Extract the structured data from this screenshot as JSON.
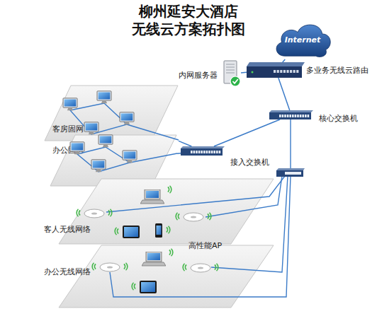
{
  "diagram": {
    "title": "柳州延安大酒店 无线云方案拓扑图",
    "nodes": [
      {
        "text": [
          "Internet"
        ]
      },
      {
        "text": [
          "多业务无线云路由"
        ]
      },
      {
        "text": [
          "内网服务器"
        ]
      },
      {
        "text": [
          "核心交换机"
        ]
      },
      {
        "text": [
          "客房固网"
        ]
      },
      {
        "text": [
          "办公固网"
        ]
      },
      {
        "text": [
          "接入交换机"
        ]
      },
      {
        "text": [
          "客人无线网络"
        ]
      },
      {
        "text": [
          "办公无线网络"
        ]
      }
    ],
    "edges": [
      {
        "from": 0,
        "to": 1,
        "arrow": "none"
      },
      {
        "from": 2,
        "to": 1,
        "arrow": "none"
      },
      {
        "from": 1,
        "to": 3,
        "arrow": "none"
      },
      {
        "from": 3,
        "to": 6,
        "arrow": "none"
      },
      {
        "from": 6,
        "to": 4,
        "arrow": "none"
      },
      {
        "from": 6,
        "to": 5,
        "arrow": "none"
      }
    ],
    "labels": [
      "高性能AP"
    ]
  }
}
